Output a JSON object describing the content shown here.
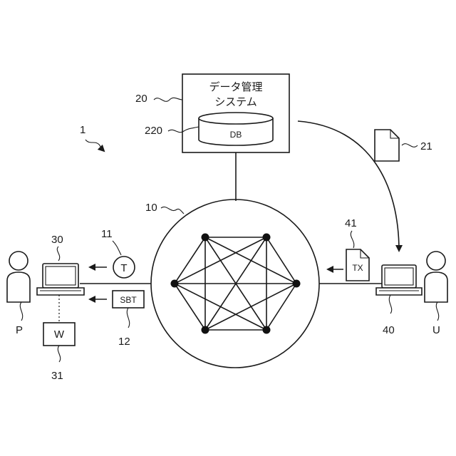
{
  "system_ref": "1",
  "network": {
    "ref": "10"
  },
  "data_management_system": {
    "ref": "20",
    "title_line1": "データ管理",
    "title_line2": "システム",
    "db_ref": "220",
    "db_label": "DB"
  },
  "document": {
    "ref": "21"
  },
  "issuer_terminal": {
    "ref": "30",
    "person_label": "P"
  },
  "wallet": {
    "ref": "31",
    "label": "W"
  },
  "token": {
    "ref": "11",
    "label": "T"
  },
  "sbt": {
    "ref": "12",
    "label": "SBT"
  },
  "user_terminal": {
    "ref": "40",
    "person_label": "U"
  },
  "transaction": {
    "ref": "41",
    "label": "TX"
  }
}
